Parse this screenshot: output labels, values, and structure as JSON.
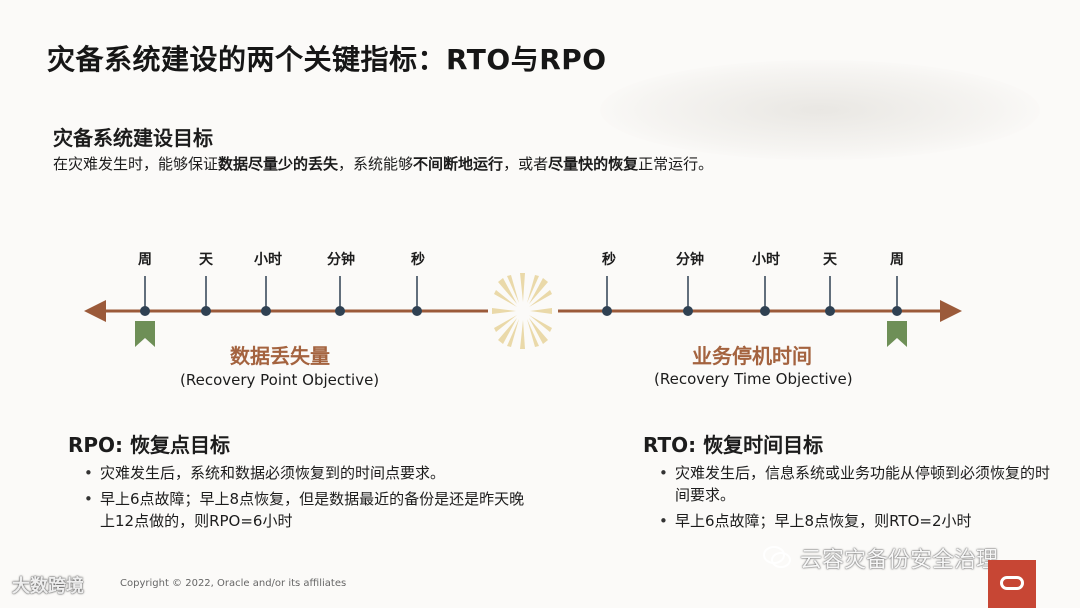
{
  "slide": {
    "title": "灾备系统建设的两个关键指标：RTO与RPO",
    "goal": {
      "heading": "灾备系统建设目标",
      "segments": [
        {
          "text": "在灾难发生时，能够保证",
          "bold": false
        },
        {
          "text": "数据尽量少的丢失",
          "bold": true
        },
        {
          "text": "，系统能够",
          "bold": false
        },
        {
          "text": "不间断地运行",
          "bold": true
        },
        {
          "text": "，或者",
          "bold": false
        },
        {
          "text": "尽量快的恢复",
          "bold": true
        },
        {
          "text": "正常运行。",
          "bold": false
        }
      ]
    },
    "timeline": {
      "left_ticks": [
        "周",
        "天",
        "小时",
        "分钟",
        "秒"
      ],
      "right_ticks": [
        "秒",
        "分钟",
        "小时",
        "天",
        "周"
      ],
      "line_color": "#9b5a3a",
      "tick_color": "#2f4152",
      "marker_color": "#6e8f57",
      "burst_color": "#ead9a9"
    },
    "rpo": {
      "caption_cn": "数据丢失量",
      "caption_en": "(Recovery Point Objective)",
      "title": "RPO: 恢复点目标",
      "bullets": [
        "灾难发生后，系统和数据必须恢复到的时间点要求。",
        "早上6点故障；早上8点恢复，但是数据最近的备份是还是昨天晚上12点做的，则RPO=6小时"
      ]
    },
    "rto": {
      "caption_cn": "业务停机时间",
      "caption_en": "(Recovery Time Objective)",
      "title": "RTO: 恢复时间目标",
      "bullets": [
        "灾难发生后，信息系统或业务功能从停顿到必须恢复的时间要求。",
        "早上6点故障；早上8点恢复，则RTO=2小时"
      ]
    },
    "footer": "Copyright © 2022, Oracle and/or its affiliates",
    "watermark_left": "大数跨境",
    "watermark_right": "云容灾备份安全治理"
  }
}
